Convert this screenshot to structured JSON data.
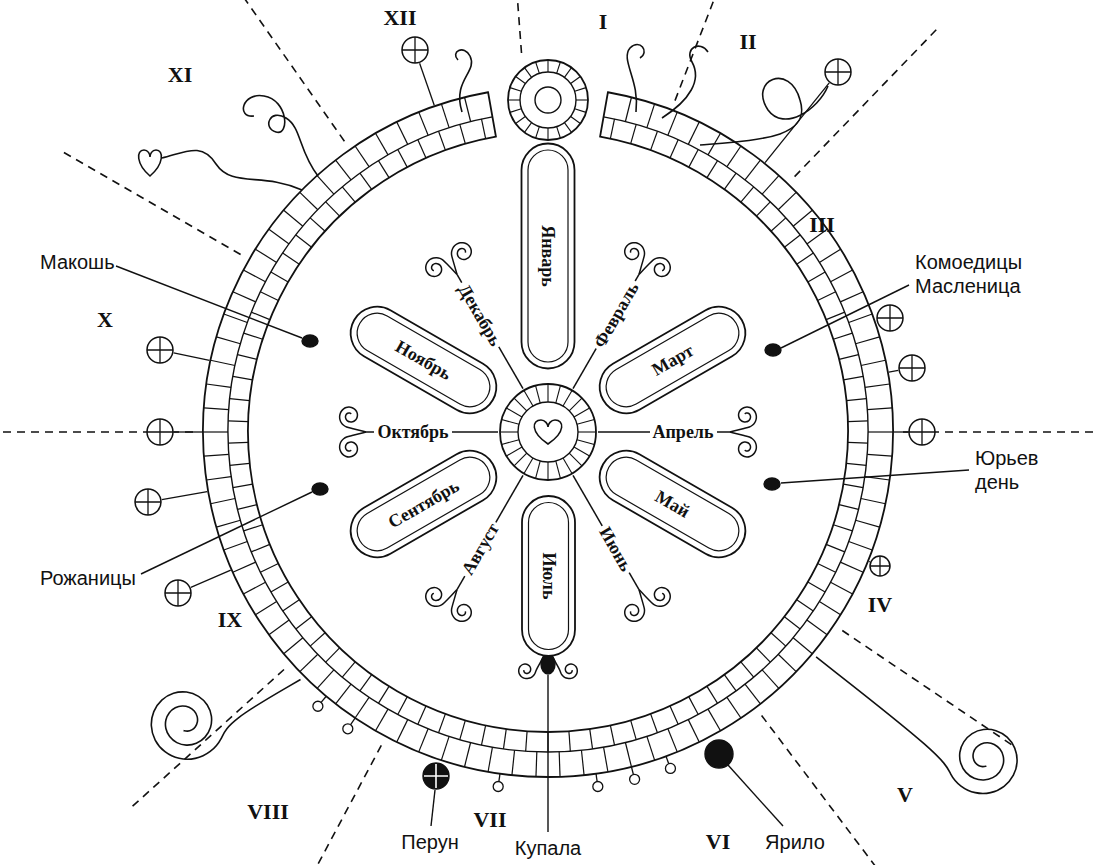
{
  "diagram": {
    "nodes": [
      {
        "text": [
          "Январь"
        ]
      },
      {
        "text": [
          "Март"
        ]
      },
      {
        "text": [
          "Май"
        ]
      },
      {
        "text": [
          "Июль"
        ]
      },
      {
        "text": [
          "Сентябрь"
        ]
      },
      {
        "text": [
          "Ноябрь"
        ]
      }
    ],
    "labels": [
      "Февраль",
      "Апрель",
      "Июнь",
      "Август",
      "Октябрь",
      "Декабрь",
      "I",
      "II",
      "III",
      "IV",
      "V",
      "VI",
      "VII",
      "VIII",
      "IX",
      "X",
      "XI",
      "XII",
      "Макошь",
      "Комоедицы Масленица",
      "Юрьев день",
      "Рожаницы",
      "Перун",
      "Купала",
      "Ярило"
    ]
  }
}
